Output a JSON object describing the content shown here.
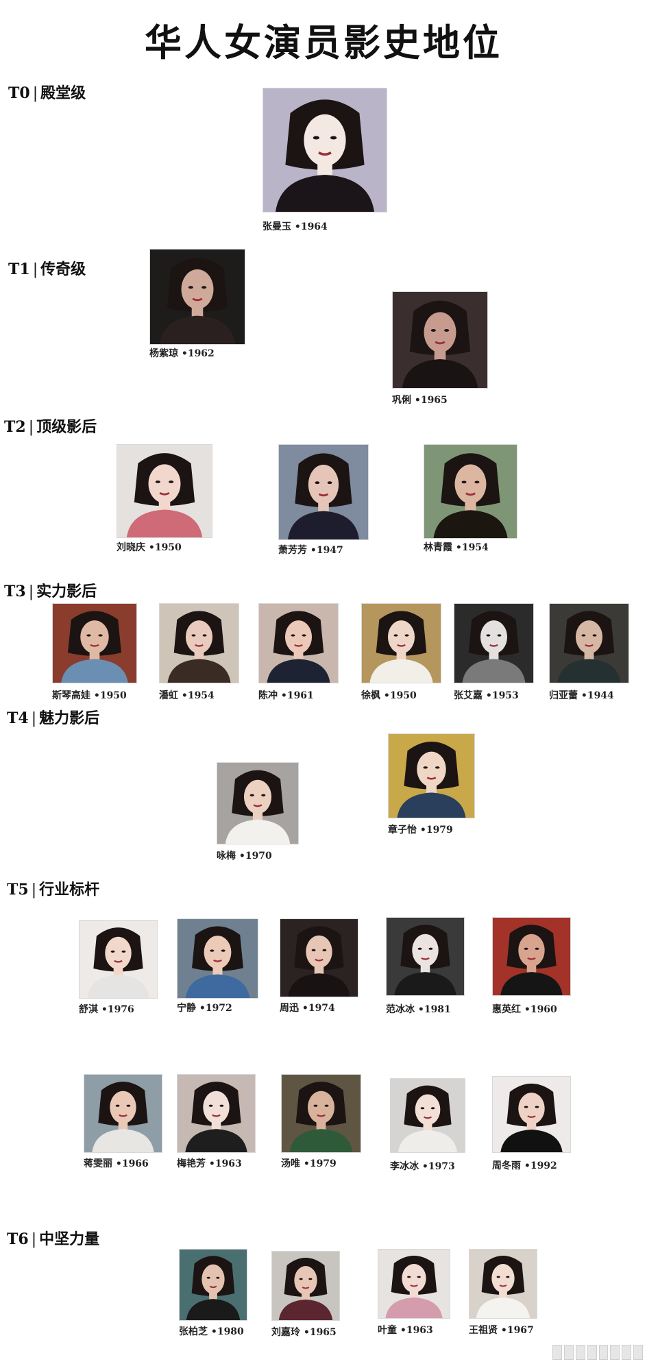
{
  "title": "华人女演员影史地位",
  "tiers": [
    {
      "code": "T0",
      "name": "殿堂级"
    },
    {
      "code": "T1",
      "name": "传奇级"
    },
    {
      "code": "T2",
      "name": "顶级影后"
    },
    {
      "code": "T3",
      "name": "实力影后"
    },
    {
      "code": "T4",
      "name": "魅力影后"
    },
    {
      "code": "T5",
      "name": "行业标杆"
    },
    {
      "code": "T6",
      "name": "中坚力量"
    }
  ],
  "actresses": [
    {
      "tier": "T0",
      "caption": "张曼玉 •1964"
    },
    {
      "tier": "T1",
      "caption": "杨紫琼 •1962"
    },
    {
      "tier": "T1",
      "caption": "巩俐 •1965"
    },
    {
      "tier": "T2",
      "caption": "刘晓庆 •1950"
    },
    {
      "tier": "T2",
      "caption": "萧芳芳 •1947"
    },
    {
      "tier": "T2",
      "caption": "林青霞 •1954"
    },
    {
      "tier": "T3",
      "caption": "斯琴高娃 •1950"
    },
    {
      "tier": "T3",
      "caption": "潘虹 •1954"
    },
    {
      "tier": "T3",
      "caption": "陈冲 •1961"
    },
    {
      "tier": "T3",
      "caption": "徐枫 •1950"
    },
    {
      "tier": "T3",
      "caption": "张艾嘉 •1953"
    },
    {
      "tier": "T3",
      "caption": "归亚蕾 •1944"
    },
    {
      "tier": "T4",
      "caption": "咏梅 •1970"
    },
    {
      "tier": "T4",
      "caption": "章子怡 •1979"
    },
    {
      "tier": "T5",
      "caption": "舒淇 •1976"
    },
    {
      "tier": "T5",
      "caption": "宁静 •1972"
    },
    {
      "tier": "T5",
      "caption": "周迅 •1974"
    },
    {
      "tier": "T5",
      "caption": "范冰冰 •1981"
    },
    {
      "tier": "T5",
      "caption": "惠英红 •1960"
    },
    {
      "tier": "T5",
      "caption": "蒋雯丽 •1966"
    },
    {
      "tier": "T5",
      "caption": "梅艳芳 •1963"
    },
    {
      "tier": "T5",
      "caption": "汤唯 •1979"
    },
    {
      "tier": "T5",
      "caption": "李冰冰 •1973"
    },
    {
      "tier": "T5",
      "caption": "周冬雨 •1992"
    },
    {
      "tier": "T6",
      "caption": "张柏芝 •1980"
    },
    {
      "tier": "T6",
      "caption": "刘嘉玲 •1965"
    },
    {
      "tier": "T6",
      "caption": "叶童 •1963"
    },
    {
      "tier": "T6",
      "caption": "王祖贤 •1967"
    }
  ],
  "colors": {
    "background": "#ffffff",
    "text": "#111111"
  }
}
